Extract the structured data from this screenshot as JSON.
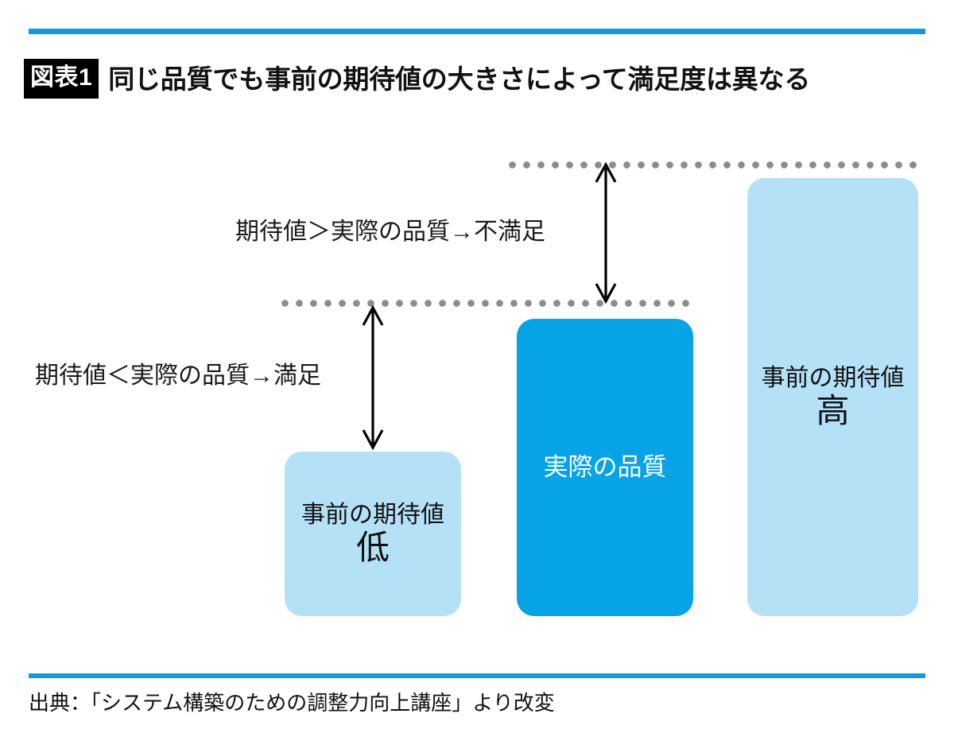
{
  "figure": {
    "badge": "図表1",
    "title": "同じ品質でも事前の期待値の大きさによって満足度は異なる",
    "accent_color": "#1797D6",
    "badge_bg_color": "#000000",
    "badge_text_color": "#FFFFFF",
    "source_note": "出典：「システム構築のための調整力向上講座」より改変"
  },
  "annotations": {
    "dissatisfaction_label": "期待値＞実際の品質→不満足",
    "satisfaction_label": "期待値＜実際の品質→満足",
    "arrow_dissatisfaction_name": "双方向矢印（不満足の差）",
    "arrow_satisfaction_name": "双方向矢印（満足の差）",
    "dotted_line_high_name": "事前の期待値（高）基準線",
    "dotted_line_low_name": "事前の期待値（低）基準線",
    "dotted_line_color": "#8C8C8C",
    "arrow_color": "#000000"
  },
  "chart_data": {
    "type": "bar",
    "title": "同じ品質でも事前の期待値の大きさによって満足度は異なる",
    "xlabel": "",
    "ylabel": "",
    "categories": [
      "事前の期待値 低",
      "実際の品質",
      "事前の期待値 高"
    ],
    "values": [
      207,
      374,
      551
    ],
    "value_unit": "px (相対的な高さ)",
    "grid": false,
    "legend": "none",
    "bars": [
      {
        "id": "expectation-low",
        "caption": "事前の期待値",
        "level": "低",
        "color": "#B5E1F7",
        "text_color": "#111111",
        "value": 207
      },
      {
        "id": "actual-quality",
        "caption": "実際の品質",
        "level": "",
        "color": "#06A3E6",
        "text_color": "#FFFFFF",
        "value": 374
      },
      {
        "id": "expectation-high",
        "caption": "事前の期待値",
        "level": "高",
        "color": "#B5E1F7",
        "text_color": "#111111",
        "value": 551
      }
    ],
    "reference_lines": [
      {
        "name": "事前の期待値（高）",
        "value": 551,
        "style": "dotted"
      },
      {
        "name": "事前の期待値（低）",
        "value": 374,
        "style": "dotted"
      }
    ],
    "annotations": [
      {
        "text": "期待値＞実際の品質→不満足",
        "between": [
          "実際の品質",
          "事前の期待値 高"
        ]
      },
      {
        "text": "期待値＜実際の品質→満足",
        "between": [
          "事前の期待値 低",
          "実際の品質"
        ]
      }
    ]
  }
}
